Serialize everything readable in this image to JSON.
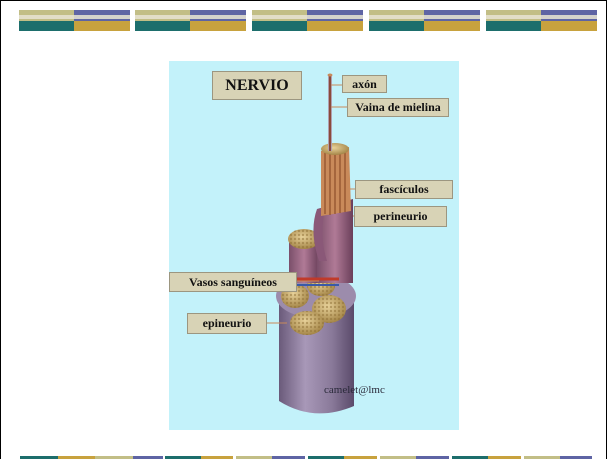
{
  "diagram": {
    "title": "NERVIO",
    "labels": {
      "axon": "axón",
      "myelin": "Vaina de mielina",
      "fascicles": "fascículos",
      "perineurium": "perineurio",
      "vessels": "Vasos sanguíneos",
      "epineurium": "epineurio"
    },
    "credit": "camelet@lmc"
  },
  "colors": {
    "bar_tan": "#c2be86",
    "bar_blue": "#5e64a4",
    "bar_teal": "#1d6e6c",
    "bar_gold": "#c8a23e",
    "diagram_bg": "#c3f2fa",
    "label_bg": "#d8d3b6",
    "nerve_purple": "#8b7c9c",
    "fascicle_gold": "#c9a86a"
  }
}
